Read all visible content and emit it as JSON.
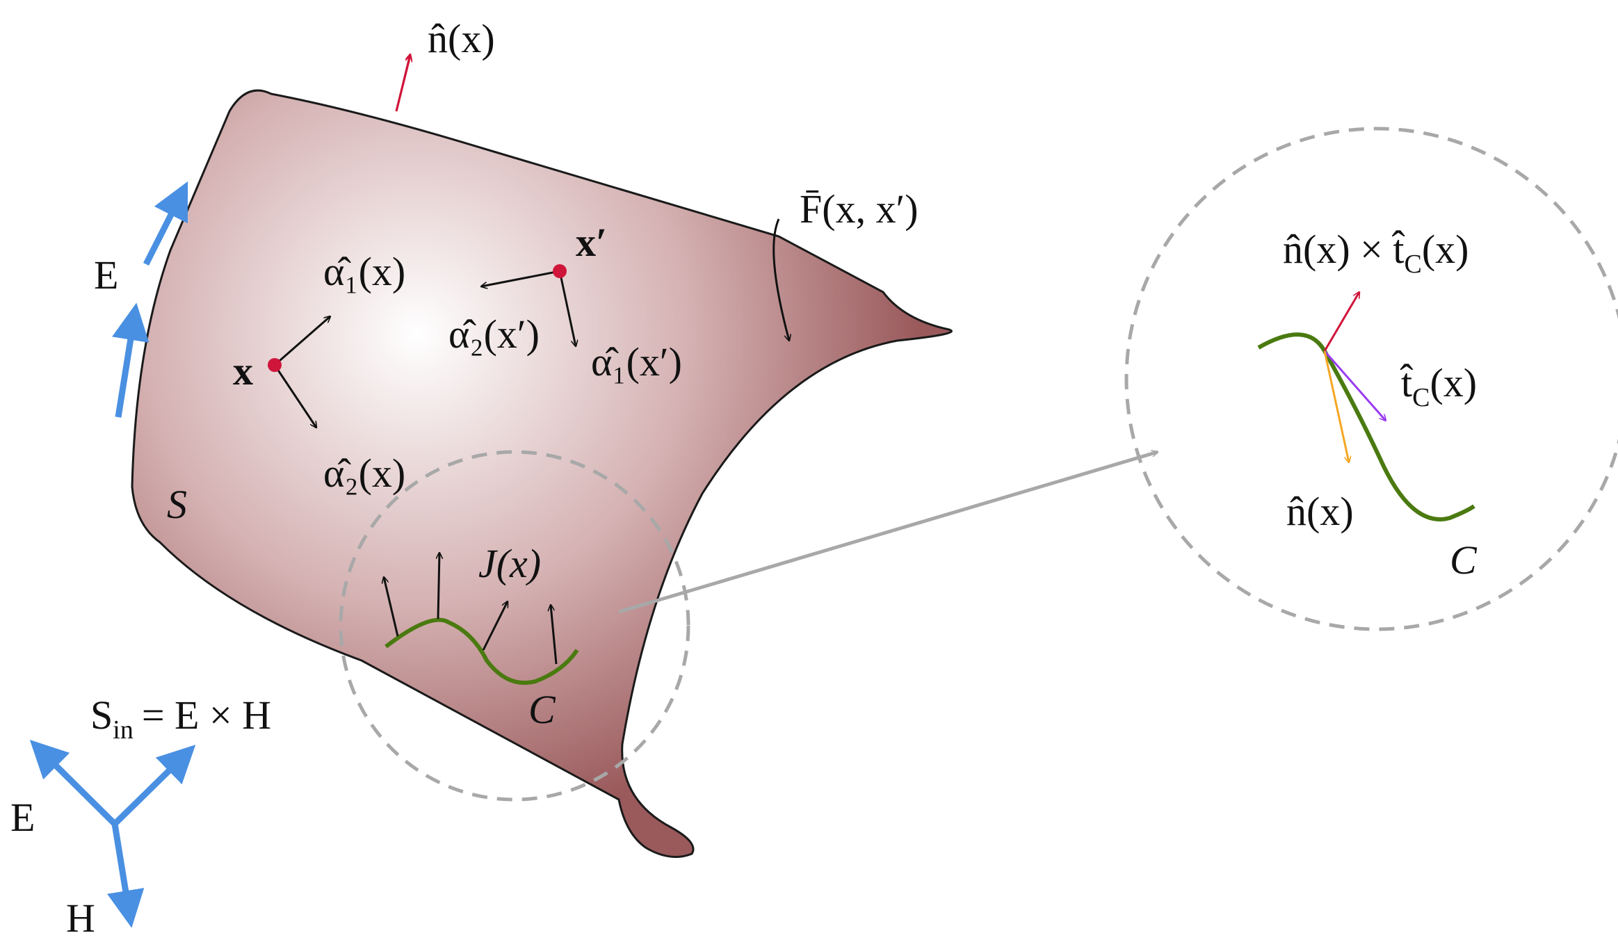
{
  "labels": {
    "n_top": "n̂(x)",
    "F_bar": "F̄(x, x′)",
    "E_side": "E",
    "alpha1_x": "α̂₁(x)",
    "x_prime": "x′",
    "alpha2_xp": "α̂₂(x′)",
    "alpha1_xp": "α̂₁(x′)",
    "x_point": "x",
    "alpha2_x": "α̂₂(x)",
    "S": "S",
    "J": "J(x)",
    "C_main": "C",
    "S_in": "S",
    "S_in_sub": "in",
    "S_in_rhs": "= E × H",
    "E_triad": "E",
    "H_triad": "H",
    "cross": "n̂(x) × t̂",
    "cross_sub": "C",
    "cross_tail": "(x)",
    "t_hat": "t̂",
    "t_hat_sub": "C",
    "t_hat_tail": "(x)",
    "n_zoom": "n̂(x)",
    "C_zoom": "C"
  },
  "colors": {
    "surface_light": "#ffffff",
    "surface_dark": "#9a5a5c",
    "normal": "#d0153a",
    "curve": "#4a7a10",
    "field": "#4a90e2",
    "circle": "#a8a8a8",
    "tangent": "#9a3cf0",
    "normal_zoom": "#f5a623",
    "point": "#d0153a"
  }
}
